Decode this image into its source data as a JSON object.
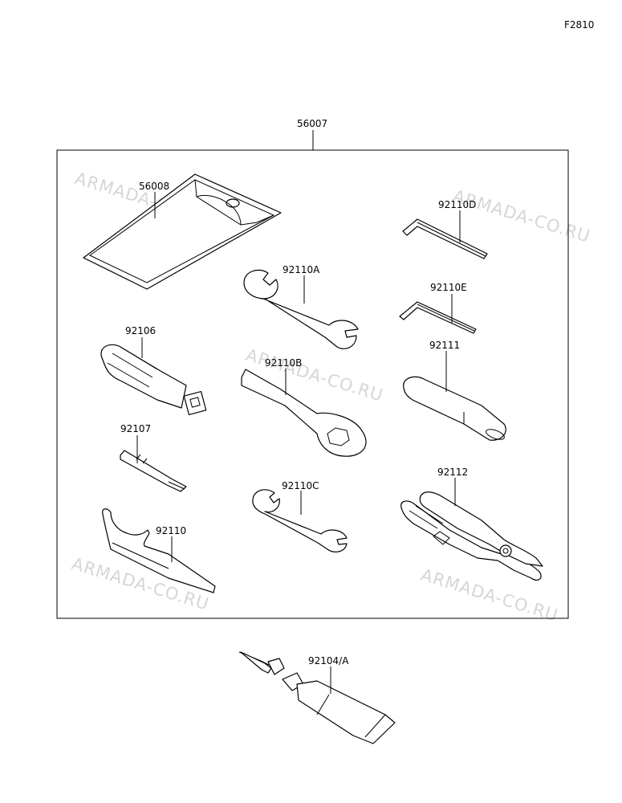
{
  "figure_code": "F2810",
  "watermark": "ARMADA-CO.RU",
  "labels": {
    "kit": "56007",
    "pouch": "56008",
    "hex_d": "92110D",
    "wrench_a": "92110A",
    "hex_e": "92110E",
    "driver_handle": "92106",
    "wrench_b": "92110B",
    "bar": "92111",
    "bit": "92107",
    "wrench_c": "92110C",
    "pliers": "92112",
    "spanner": "92110",
    "grease": "92104/A"
  }
}
